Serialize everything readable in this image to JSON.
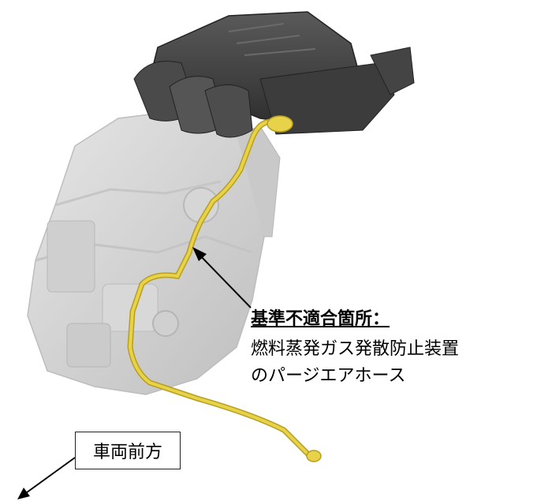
{
  "callout": {
    "title": "基準不適合箇所：",
    "line1": "燃料蒸発ガス発散防止装置",
    "line2": "のパージエアホース"
  },
  "direction_label": "車両前方",
  "colors": {
    "hose": "#e8d24a",
    "engine": "#d4d4d4",
    "manifold": "#4a4a4a"
  },
  "icons": [
    "engine-illustration",
    "purge-hose",
    "callout-arrow-icon",
    "direction-arrow-icon"
  ]
}
